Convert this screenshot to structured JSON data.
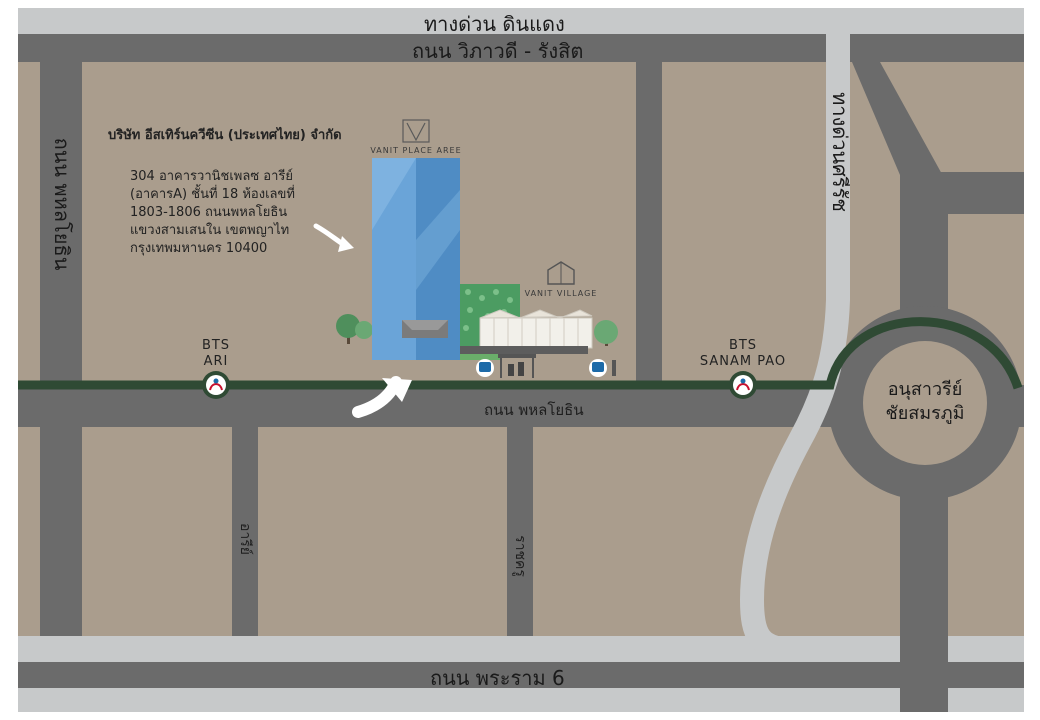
{
  "roads": {
    "expressway_top": "ทางด่วน ดินแดง",
    "vibhavadi": "ถนน วิภาวดี - รังสิต",
    "phahon_left": "ถนน พหลโยธิน",
    "expressway_right": "ทางด่วนศรีรัช",
    "phahon_main": "ถนน พหลโยธิน",
    "soi_ari": "อารีย์",
    "soi_ratchakru": "ราชครู",
    "rama6": "ถนน พระราม 6"
  },
  "company": {
    "name": "บริษัท อีสเทิร์นควีซีน (ประเทศไทย) จำกัด",
    "address": "304 อาคารวานิชเพลซ อารีย์ (อาคารA) ชั้นที่ 18 ห้องเลขที่ 1803-1806 ถนนพหลโยธิน แขวงสามเสนใน เขตพญาไท กรุงเทพมหานคร 10400"
  },
  "landmarks": {
    "vanit_place": "VANIT PLACE AREE",
    "vanit_village": "VANIT VILLAGE",
    "victory_monument": "อนุสาวรีย์ชัยสมรภูมิ"
  },
  "stations": [
    {
      "line1": "BTS",
      "line2": "ARI"
    },
    {
      "line1": "BTS",
      "line2": "SANAM PAO"
    }
  ],
  "colors": {
    "land": "#aa9d8d",
    "road": "#6b6b6b",
    "expressway": "#c7c9ca",
    "bts_line": "#2f4a34",
    "building_blue": "#5e99cf",
    "green_wall": "#4c9c62",
    "bus_stop": "#1d6aa8"
  }
}
